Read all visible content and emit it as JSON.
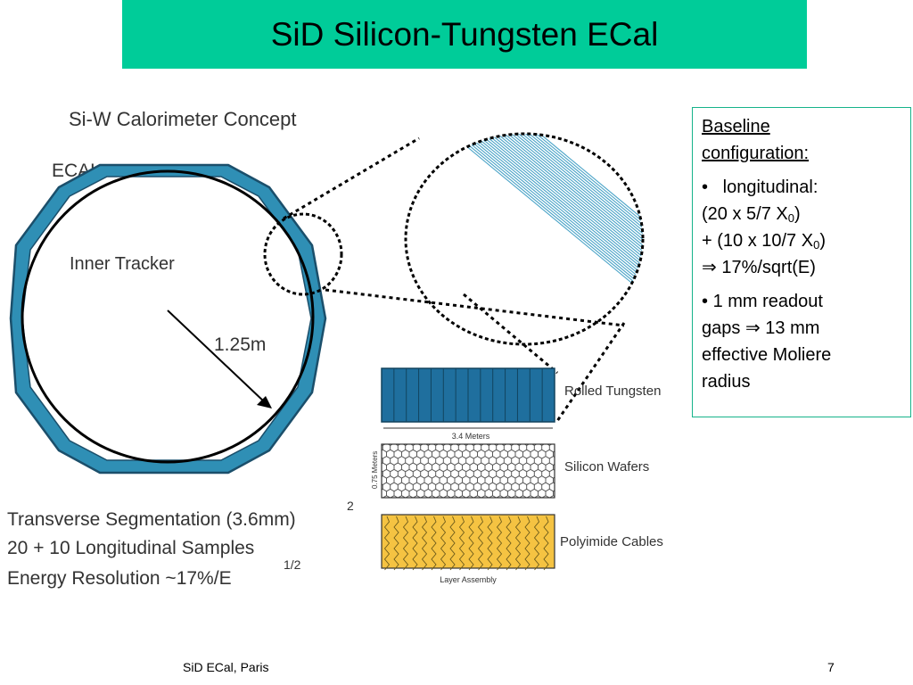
{
  "slide": {
    "title": "SiD Silicon-Tungsten ECal",
    "title_bar_color": "#00cc99"
  },
  "figure": {
    "heading": "Si-W Calorimeter Concept",
    "ecal_label": "ECAL",
    "tracker_label": "Inner Tracker",
    "radius_label": "1.25m",
    "layers": [
      {
        "label": "Rolled Tungsten",
        "color": "#1f6f9e"
      },
      {
        "label": "Silicon Wafers",
        "color": "#ffffff"
      },
      {
        "label": "Polyimide Cables",
        "color": "#f5c342"
      }
    ],
    "length_label": "3.4 Meters",
    "height_label": "0.75 Meters",
    "assembly_label": "Layer Assembly",
    "specs": {
      "line1": "Transverse Segmentation (3.6mm)",
      "line1_sup": "2",
      "line2": "20 + 10 Longitudinal Samples",
      "line3": "Energy Resolution  ~17%/E",
      "line3_sup": "1/2"
    }
  },
  "baseline": {
    "heading_1": "Baseline",
    "heading_2": "configuration:",
    "b1_label": "longitudinal:",
    "b1_l1_pre": "(20 x 5/7 X",
    "b1_l1_sub": "0",
    "b1_l1_post": ")",
    "b1_l2_pre": "+ (10 x 10/7 X",
    "b1_l2_sub": "0",
    "b1_l2_post": ")",
    "b1_l3": "17%/sqrt(E)",
    "b2_l1": "1 mm readout",
    "b2_l2_pre": "gaps",
    "b2_l2_post": "13 mm",
    "b2_l3": "effective Moliere",
    "b2_l4": "radius"
  },
  "footer": {
    "left": "SiD ECal, Paris",
    "right": "7"
  }
}
